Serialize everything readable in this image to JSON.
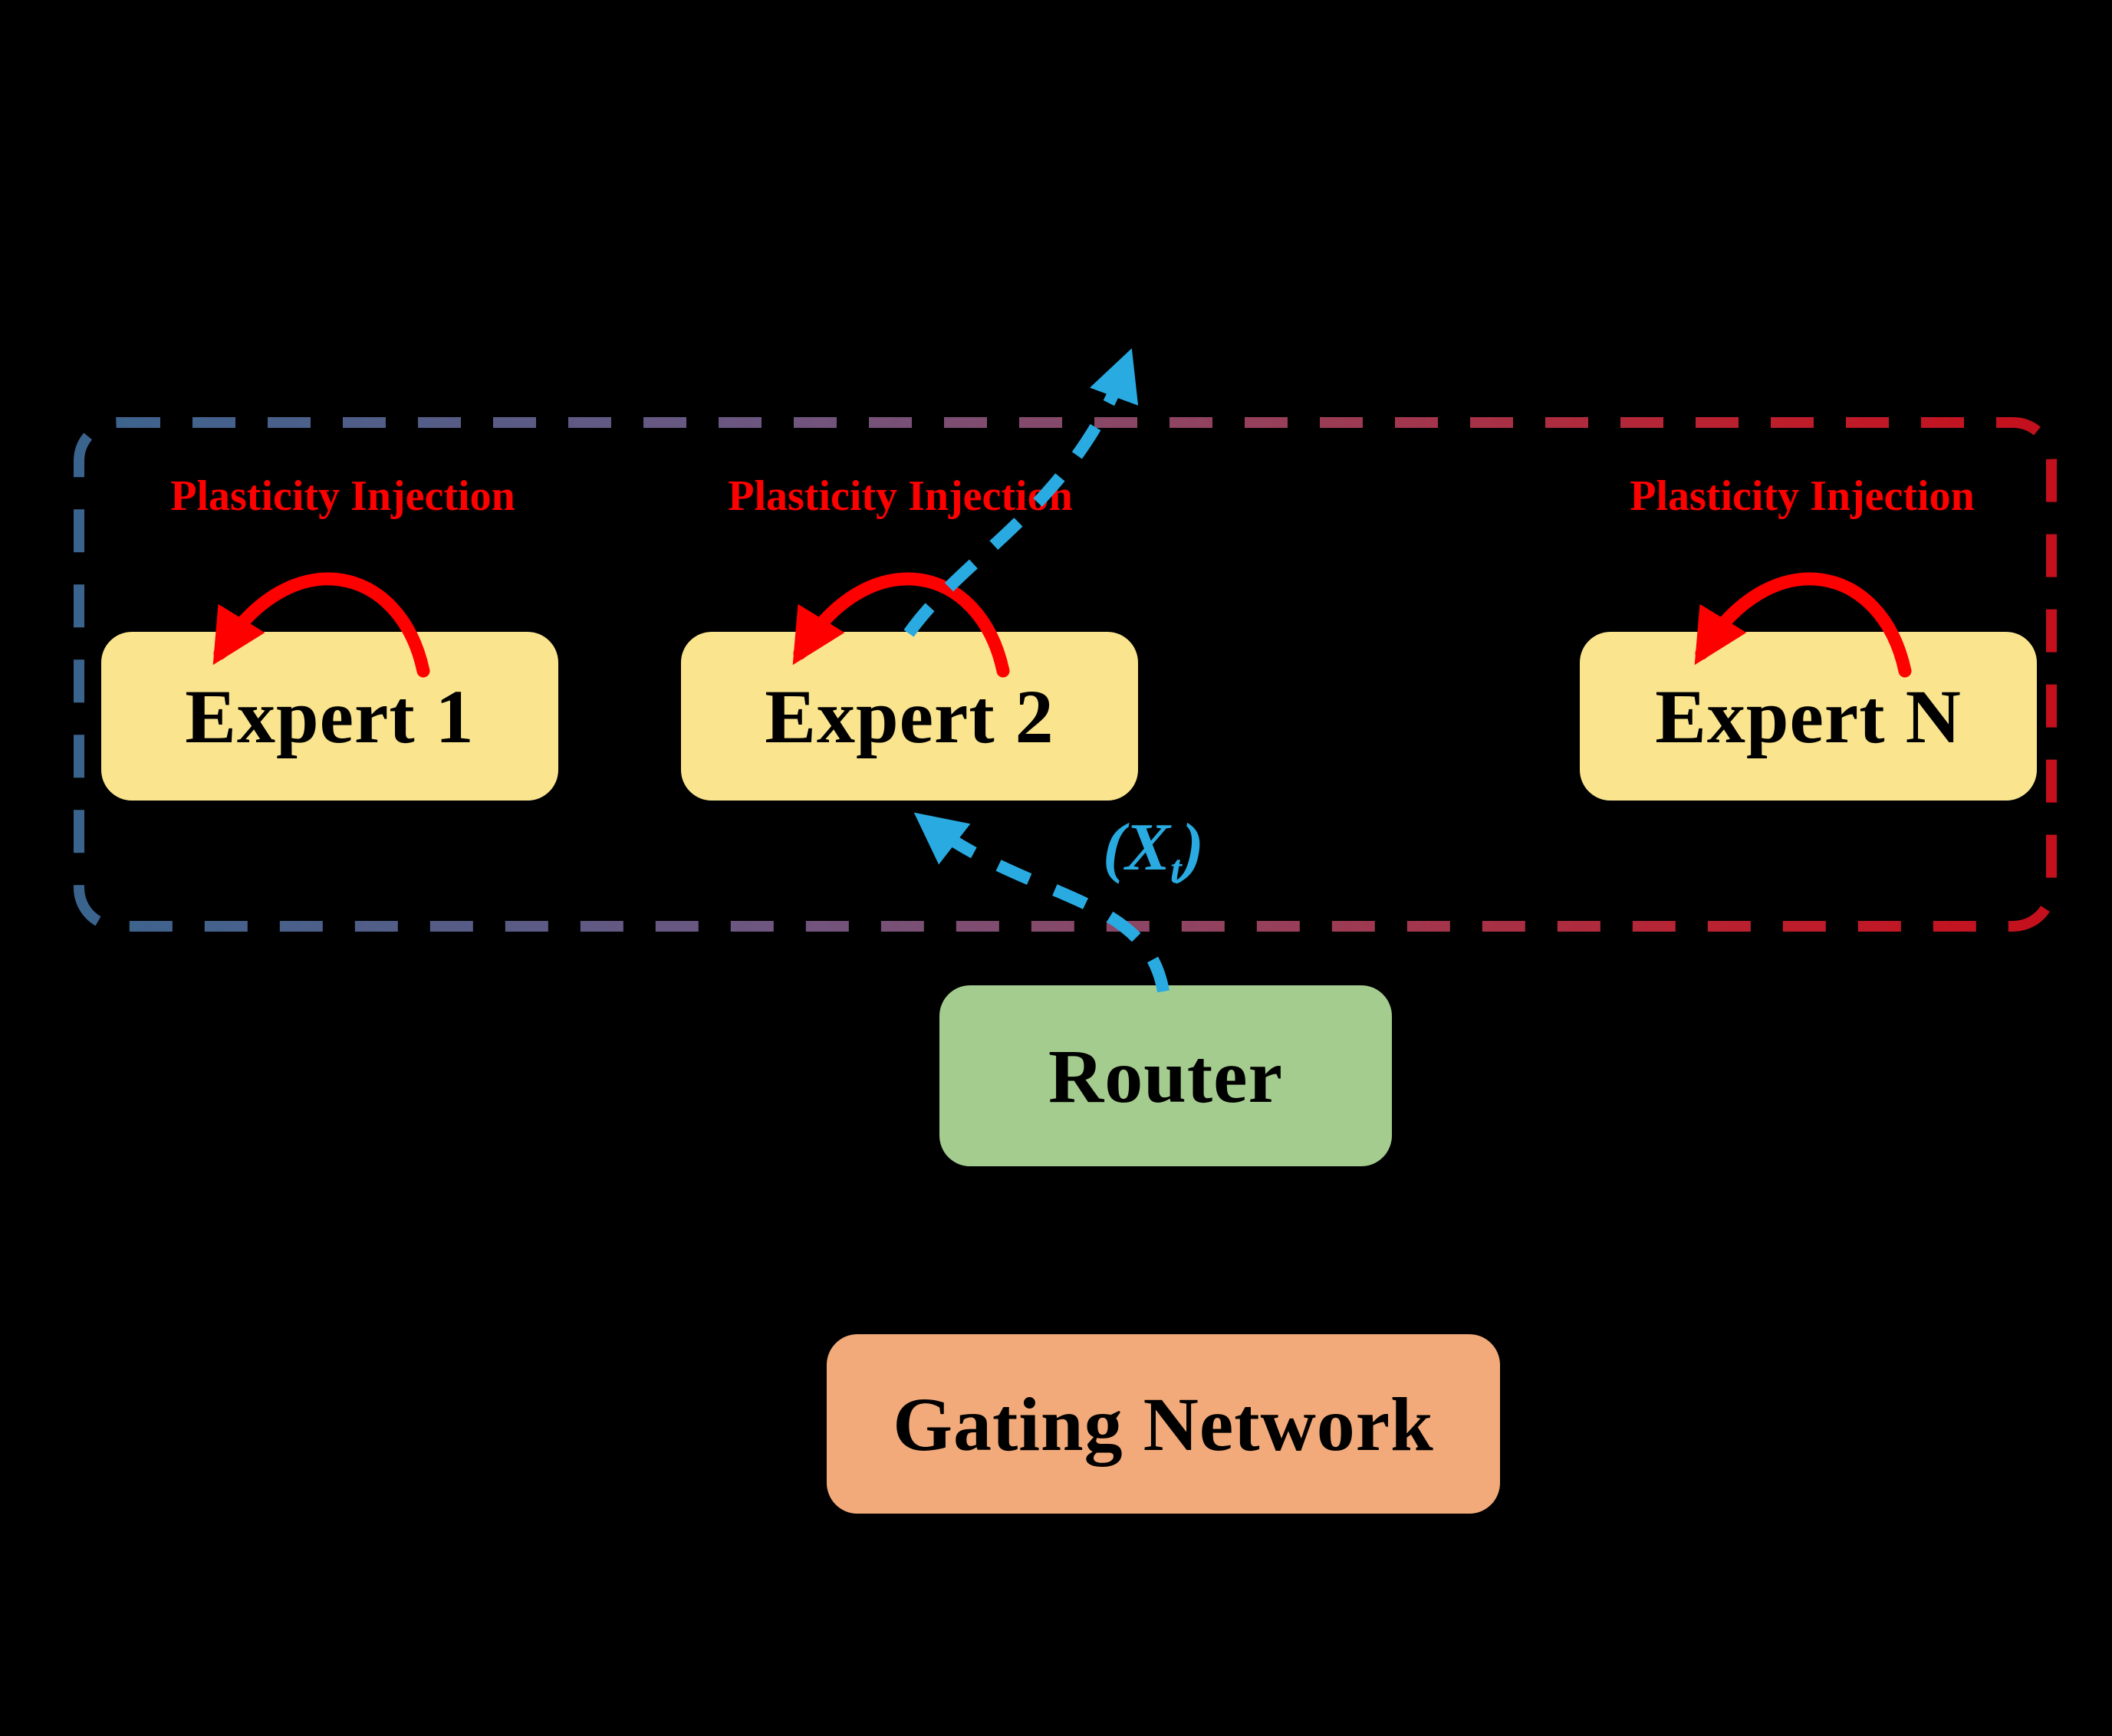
{
  "diagram": {
    "kind": "mixture-of-experts-architecture",
    "background_color": "#000000"
  },
  "experts": [
    {
      "label": "Expert 1"
    },
    {
      "label": "Expert 2"
    },
    {
      "label": "Expert N"
    }
  ],
  "labels": {
    "plasticity_injection": "Plasticity Injection"
  },
  "router": {
    "label": "Router"
  },
  "gating": {
    "label": "Gating Network"
  },
  "token_label": {
    "prefix": "(X",
    "subscript": "t",
    "suffix": ")"
  },
  "colors": {
    "expert_box_fill": "#FAE58E",
    "router_box_fill": "#A5CC8F",
    "gating_box_fill": "#F2AA7A",
    "plasticity_text_and_arrows": "#FE0000",
    "routing_path_and_token": "#29ABE2",
    "boundary_gradient_left": "#3A648E",
    "boundary_gradient_right": "#C40F1C",
    "box_text": "#000000"
  }
}
